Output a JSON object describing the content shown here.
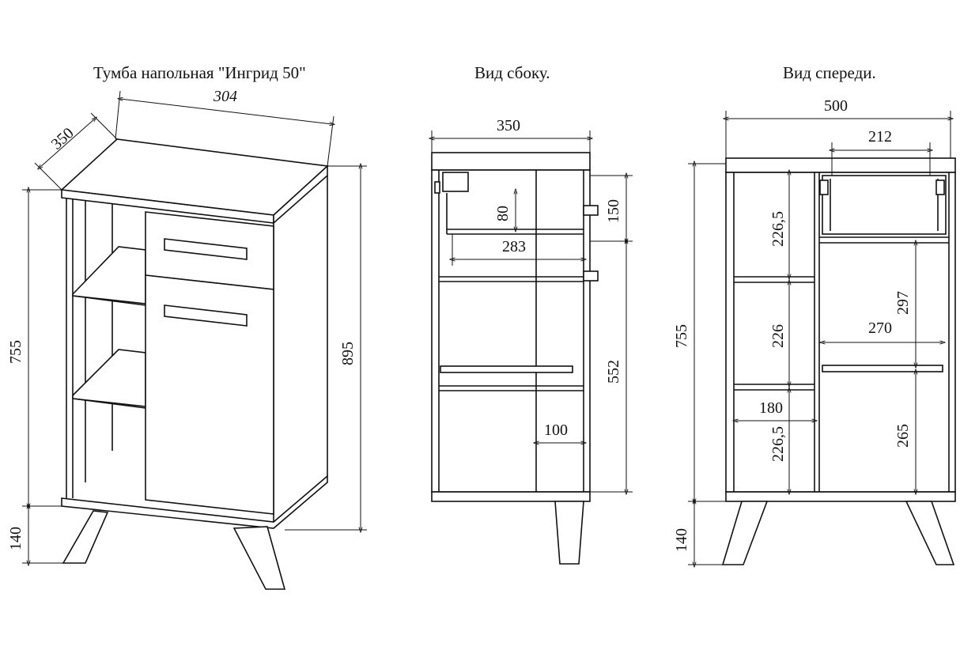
{
  "titles": {
    "iso": "Тумба напольная \"Ингрид 50\"",
    "side": "Вид сбоку.",
    "front": "Вид спереди."
  },
  "iso_dims": {
    "width": "304",
    "depth": "350",
    "body_height": "755",
    "leg_height": "140",
    "total_height": "895"
  },
  "side_dims": {
    "depth": "350",
    "drawer_height": "150",
    "drawer_inner": "80",
    "drawer_depth": "283",
    "lower_height": "552",
    "offset": "100"
  },
  "front_dims": {
    "width": "500",
    "drawer_width": "212",
    "body_height": "755",
    "leg_height": "140",
    "shelf_top": "226,5",
    "shelf_mid": "226",
    "shelf_bottom": "226,5",
    "open_width": "180",
    "door_upper": "297",
    "door_inner_width": "270",
    "door_lower": "265"
  }
}
